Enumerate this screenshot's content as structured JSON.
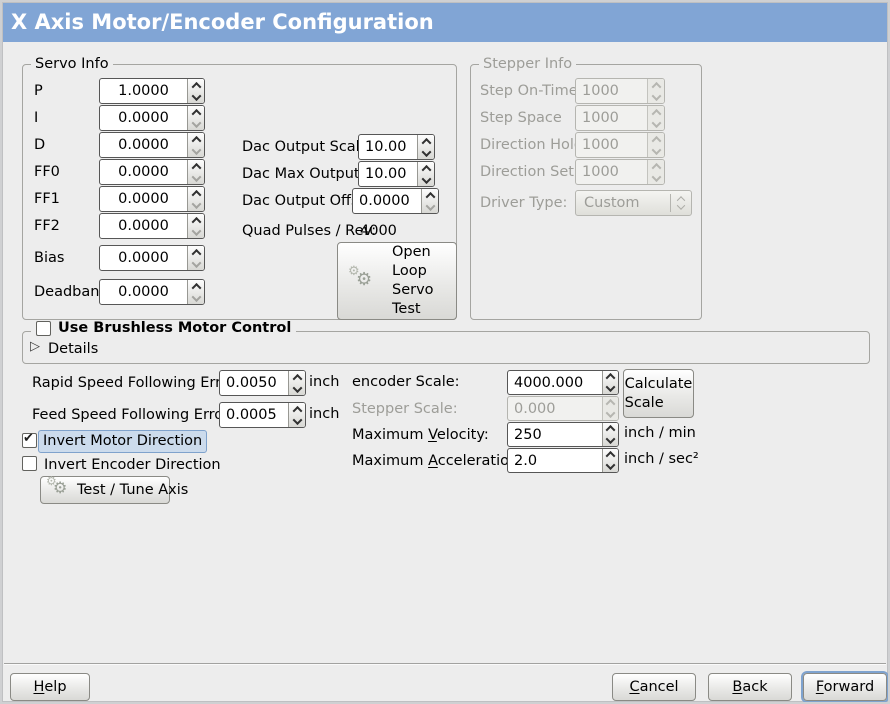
{
  "title": "X Axis Motor/Encoder Configuration",
  "colors": {
    "header_bg": "#81a5d5",
    "focus_highlight_bg": "#ccdbec",
    "focus_ring": "#7fa3cf",
    "window_bg": "#ededed"
  },
  "icons": {
    "gears": "⚙",
    "expander_collapsed": "▷",
    "checkmark": "✔"
  },
  "servo": {
    "legend": "Servo Info",
    "params": [
      {
        "label": "P",
        "value": "1.0000"
      },
      {
        "label": "I",
        "value": "0.0000"
      },
      {
        "label": "D",
        "value": "0.0000"
      },
      {
        "label": "FF0",
        "value": "0.0000"
      },
      {
        "label": "FF1",
        "value": "0.0000"
      },
      {
        "label": "FF2",
        "value": "0.0000"
      },
      {
        "label": "Bias",
        "value": "0.0000"
      },
      {
        "label": "Deadband",
        "value": "0.0000"
      }
    ],
    "dac": [
      {
        "label": "Dac Output Scale:",
        "value": "10.00"
      },
      {
        "label": "Dac Max Output:",
        "value": "10.00"
      },
      {
        "label": "Dac Output Offset:",
        "value": "0.0000"
      }
    ],
    "quad": {
      "label": "Quad Pulses / Rev:",
      "value": "4000"
    },
    "open_loop_button": {
      "line1": "Open",
      "line2": "Loop",
      "line3": "Servo",
      "line4": "Test"
    }
  },
  "stepper": {
    "legend": "Stepper Info",
    "params": [
      {
        "label": "Step On-Time",
        "value": "1000"
      },
      {
        "label": "Step Space",
        "value": "1000"
      },
      {
        "label": "Direction Hold",
        "value": "1000"
      },
      {
        "label": "Direction Setup",
        "value": "1000"
      }
    ],
    "driver_type": {
      "label": "Driver Type:",
      "value": "Custom"
    }
  },
  "brushless": {
    "legend": "Use Brushless Motor Control",
    "details": "Details"
  },
  "following": [
    {
      "label": "Rapid Speed Following Error:",
      "value": "0.0050",
      "unit": "inch"
    },
    {
      "label": "Feed Speed Following Error:",
      "value": "0.0005",
      "unit": "inch"
    }
  ],
  "invert": {
    "motor": "Invert Motor Direction",
    "encoder": "Invert Encoder Direction"
  },
  "test_tune_button": "Test / Tune Axis",
  "scaling": {
    "encoder_label": "encoder Scale:",
    "encoder_value": "4000.000",
    "stepper_label": "Stepper Scale:",
    "stepper_value": "0.000",
    "calc_line1": "Calculate",
    "calc_line2": "Scale",
    "velocity": {
      "pre": "Maximum ",
      "key": "V",
      "rest": "elocity:",
      "value": "250",
      "unit": "inch / min"
    },
    "accel": {
      "pre": "Maximum ",
      "key": "A",
      "rest": "cceleration:",
      "value": "2.0",
      "unit": "inch / sec²"
    }
  },
  "footer": {
    "help": {
      "key": "H",
      "rest": "elp"
    },
    "cancel": {
      "key": "C",
      "rest": "ancel"
    },
    "back": {
      "key": "B",
      "rest": "ack"
    },
    "forward": {
      "key": "F",
      "rest": "orward"
    }
  }
}
